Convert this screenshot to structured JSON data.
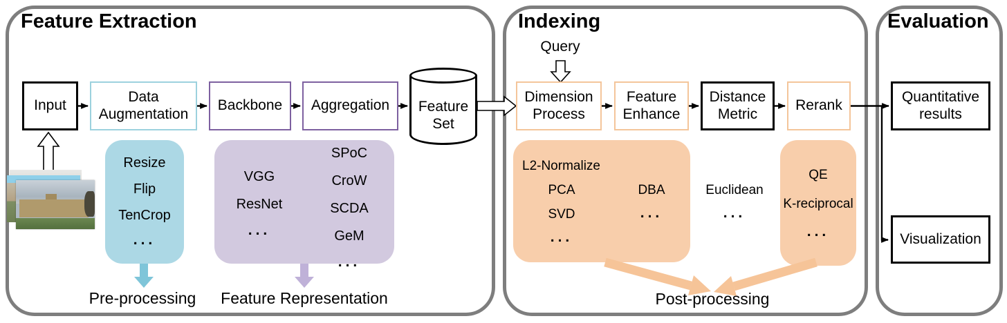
{
  "diagram": {
    "panels": {
      "feature_extraction": {
        "title": "Feature Extraction",
        "input": "Input",
        "data_augmentation": "Data Augmentation",
        "backbone": "Backbone",
        "aggregation": "Aggregation",
        "feature_set": "Feature Set",
        "preprocessing": {
          "items": [
            "Resize",
            "Flip",
            "TenCrop",
            "..."
          ],
          "caption": "Pre-processing"
        },
        "representation": {
          "left_items": [
            "VGG",
            "ResNet",
            "..."
          ],
          "right_items": [
            "SPoC",
            "CroW",
            "SCDA",
            "GeM",
            "..."
          ],
          "caption": "Feature Representation"
        }
      },
      "indexing": {
        "title": "Indexing",
        "query": "Query",
        "dimension_process": "Dimension Process",
        "feature_enhance": "Feature Enhance",
        "distance_metric": "Distance Metric",
        "rerank": "Rerank",
        "dimension_methods": {
          "header": "L2-Normalize",
          "col1": [
            "PCA",
            "SVD",
            "..."
          ],
          "col2": [
            "DBA",
            "..."
          ]
        },
        "distance_methods": [
          "Euclidean",
          "..."
        ],
        "rerank_methods": [
          "QE",
          "K-reciprocal",
          "..."
        ],
        "caption": "Post-processing"
      },
      "evaluation": {
        "title": "Evaluation",
        "quantitative_results": "Quantitative results",
        "visualization": "Visualization"
      }
    },
    "colors": {
      "panel_border": "#7E7E7E",
      "teal_border": "#9CD1DE",
      "purple_border": "#7D60A0",
      "orange_border": "#F4C59A",
      "blue_fill": "#ACD8E5",
      "lavender_fill": "#D2C9DF",
      "orange_fill": "#F8CEAB",
      "blue_arrow": "#7FC5D9",
      "lavender_arrow": "#BFB1D8",
      "orange_arrow": "#F6C498"
    }
  }
}
